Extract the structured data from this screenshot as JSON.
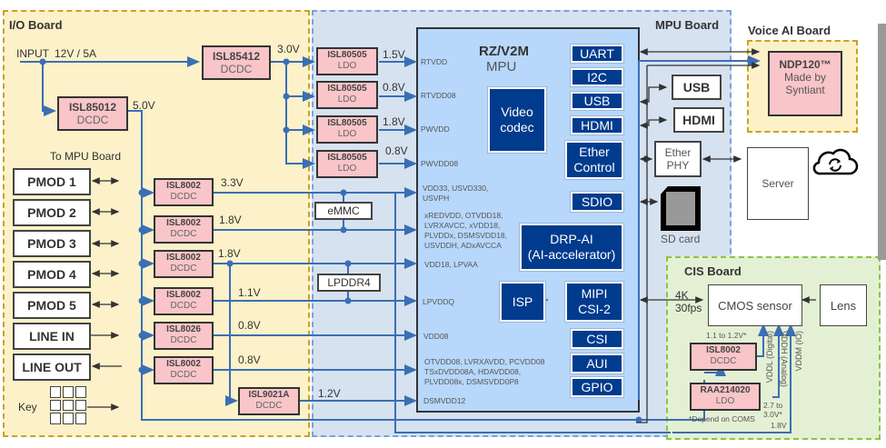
{
  "boards": {
    "io": {
      "title": "I/O Board"
    },
    "mpu": {
      "title": "MPU Board"
    },
    "voice": {
      "title": "Voice AI Board"
    },
    "cis": {
      "title": "CIS Board"
    }
  },
  "io_board": {
    "input_label": "INPUT",
    "input_value": "12V / 5A",
    "to_mpu_label": "To MPU Board",
    "key_label": "Key",
    "regulators": [
      {
        "part": "ISL85412",
        "type": "DCDC",
        "output": "3.0V"
      },
      {
        "part": "ISL85012",
        "type": "DCDC",
        "output": "5.0V"
      },
      {
        "part": "ISL8002",
        "type": "DCDC",
        "output": "3.3V"
      },
      {
        "part": "ISL8002",
        "type": "DCDC",
        "output": "1.8V"
      },
      {
        "part": "ISL8002",
        "type": "DCDC",
        "output": "1.8V"
      },
      {
        "part": "ISL8002",
        "type": "DCDC",
        "output": "1.1V"
      },
      {
        "part": "ISL8026",
        "type": "DCDC",
        "output": "0.8V"
      },
      {
        "part": "ISL8002",
        "type": "DCDC",
        "output": "0.8V"
      },
      {
        "part": "ISL9021A",
        "type": "DCDC",
        "output": "1.2V"
      }
    ],
    "connectors": [
      "PMOD 1",
      "PMOD 2",
      "PMOD 3",
      "PMOD 4",
      "PMOD 5",
      "LINE IN",
      "LINE OUT"
    ]
  },
  "mpu_board": {
    "ldos": [
      {
        "part": "ISL80505",
        "type": "LDO",
        "output": "1.5V",
        "pin": "RTVDD"
      },
      {
        "part": "ISL80505",
        "type": "LDO",
        "output": "0.8V",
        "pin": "RTVDD08"
      },
      {
        "part": "ISL80505",
        "type": "LDO",
        "output": "1.8V",
        "pin": "PWVDD"
      },
      {
        "part": "ISL80505",
        "type": "LDO",
        "output": "0.8V",
        "pin": "PWVDD08"
      }
    ],
    "memory": [
      "eMMC",
      "LPDDR4"
    ],
    "mpu": {
      "name": "RZ/V2M",
      "subtitle": "MPU",
      "power_pins": [
        "VDD33, USVD330,\nUSVPH",
        "xREDVDD, OTVDD18,\nLVRXAVCC, xVDD18,\nPLVDDx, DSMSVDD18,\nUSVDDH, ADxAVCCA",
        "VDD18, LPVAA",
        "LPVDDQ",
        "VDD08",
        "OTVDD08, LVRXAVDD, PCVDD08\nTSxDVDD08A, HDAVDD08,\nPLVDD08x, DSMSVDD0P8",
        "DSMVDD12"
      ],
      "blocks": {
        "video_codec": "Video\ncodec",
        "drp_ai": "DRP-AI\n(AI-accelerator)",
        "isp": "ISP",
        "mipi": "MIPI\nCSI-2",
        "uart": "UART",
        "i2c": "I2C",
        "usb": "USB",
        "hdmi": "HDMI",
        "ether": "Ether\nControl",
        "sdio": "SDIO",
        "csi": "CSI",
        "aui": "AUI",
        "gpio": "GPIO"
      }
    },
    "peripherals": {
      "usb": "USB",
      "hdmi": "HDMI",
      "ether_phy": "Ether\nPHY",
      "sd_card": "SD card"
    }
  },
  "voice_board": {
    "chip": "NDP120™",
    "maker": "Made by\nSyntiant"
  },
  "server": {
    "label": "Server",
    "icon": "cloud-sync-icon"
  },
  "cis_board": {
    "sensor": "CMOS sensor",
    "lens": "Lens",
    "stream_label": "4K\n30fps",
    "dcdc": {
      "part": "ISL8002",
      "type": "DCDC",
      "output": "1.1 to 1.2V*"
    },
    "ldo": {
      "part": "RAA214020",
      "type": "LDO",
      "output": "2.7 to\n3.0V*"
    },
    "rails": [
      "VDDL (Digital)",
      "VDDH (Analog)",
      "VDDM (IO)"
    ],
    "rail_18": "1.8V",
    "note": "*Depend on COMS"
  },
  "colors": {
    "io_bg": "#fdf1c9",
    "io_border": "#c9a227",
    "mpu_bg": "#d6e2f0",
    "mpu_border": "#7ba3d6",
    "mpu_chip": "#b7d7fb",
    "block": "#003b8e",
    "regulator": "#f9c5c8",
    "cis_bg": "#e4f0d4",
    "cis_border": "#8cc34a",
    "wire": "#3a6fb5"
  }
}
